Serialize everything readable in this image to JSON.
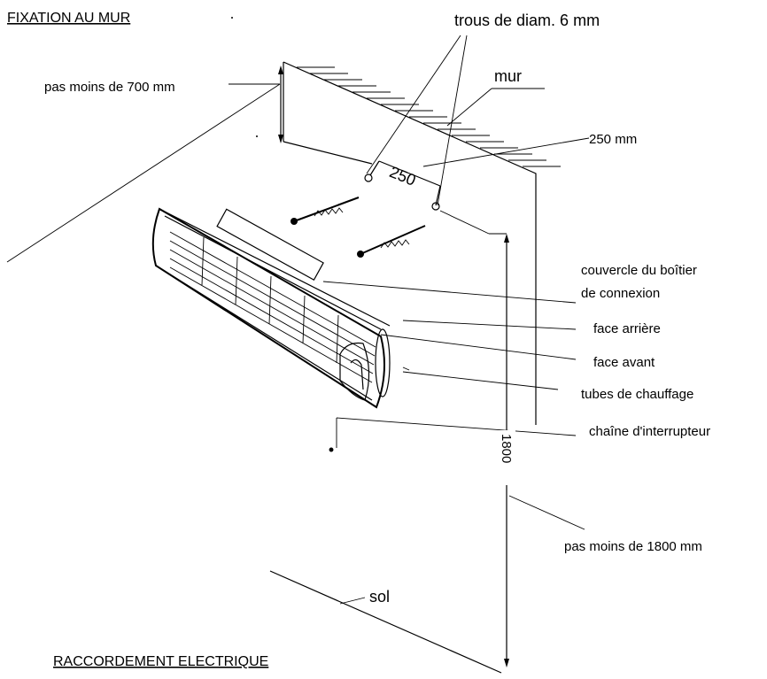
{
  "header": {
    "title_top": "FIXATION AU MUR",
    "title_bottom": "RACCORDEMENT ELECTRIQUE"
  },
  "labels": {
    "holes": "trous de diam. 6 mm",
    "wall": "mur",
    "min_700": "pas moins de 700 mm",
    "dim_250": "250 mm",
    "dim_250_tag": "250",
    "box_cover_1": "couvercle du boîtier",
    "box_cover_2": "de connexion",
    "rear_face": "face arrière",
    "front_face": "face avant",
    "heating_tubes": "tubes de chauffage",
    "switch_chain": "chaîne d'interrupteur",
    "height_1800": "1800",
    "min_1800": "pas moins de 1800 mm",
    "floor": "sol"
  }
}
